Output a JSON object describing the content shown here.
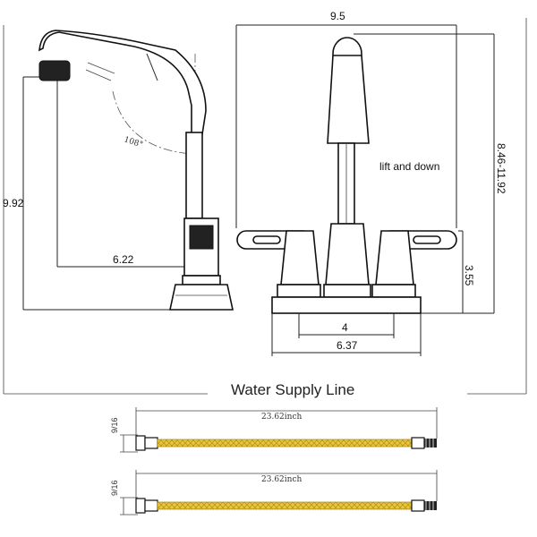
{
  "dimensions": {
    "side_height": "9.92",
    "side_reach": "6.22",
    "spray_angle": "108°",
    "front_top_width": "9.5",
    "front_height_range": "8.46-11.92",
    "front_handle_height": "3.55",
    "center_spread": "4",
    "base_width": "6.37",
    "lift_note": "lift and down"
  },
  "supply": {
    "title": "Water Supply Line",
    "line1_length": "23.62inch",
    "line1_thread": "9/16",
    "line2_length": "23.62inch",
    "line2_thread": "9/16"
  },
  "colors": {
    "hose": "#e8c53a",
    "hose_dark": "#b0901c",
    "outline": "#111111"
  }
}
